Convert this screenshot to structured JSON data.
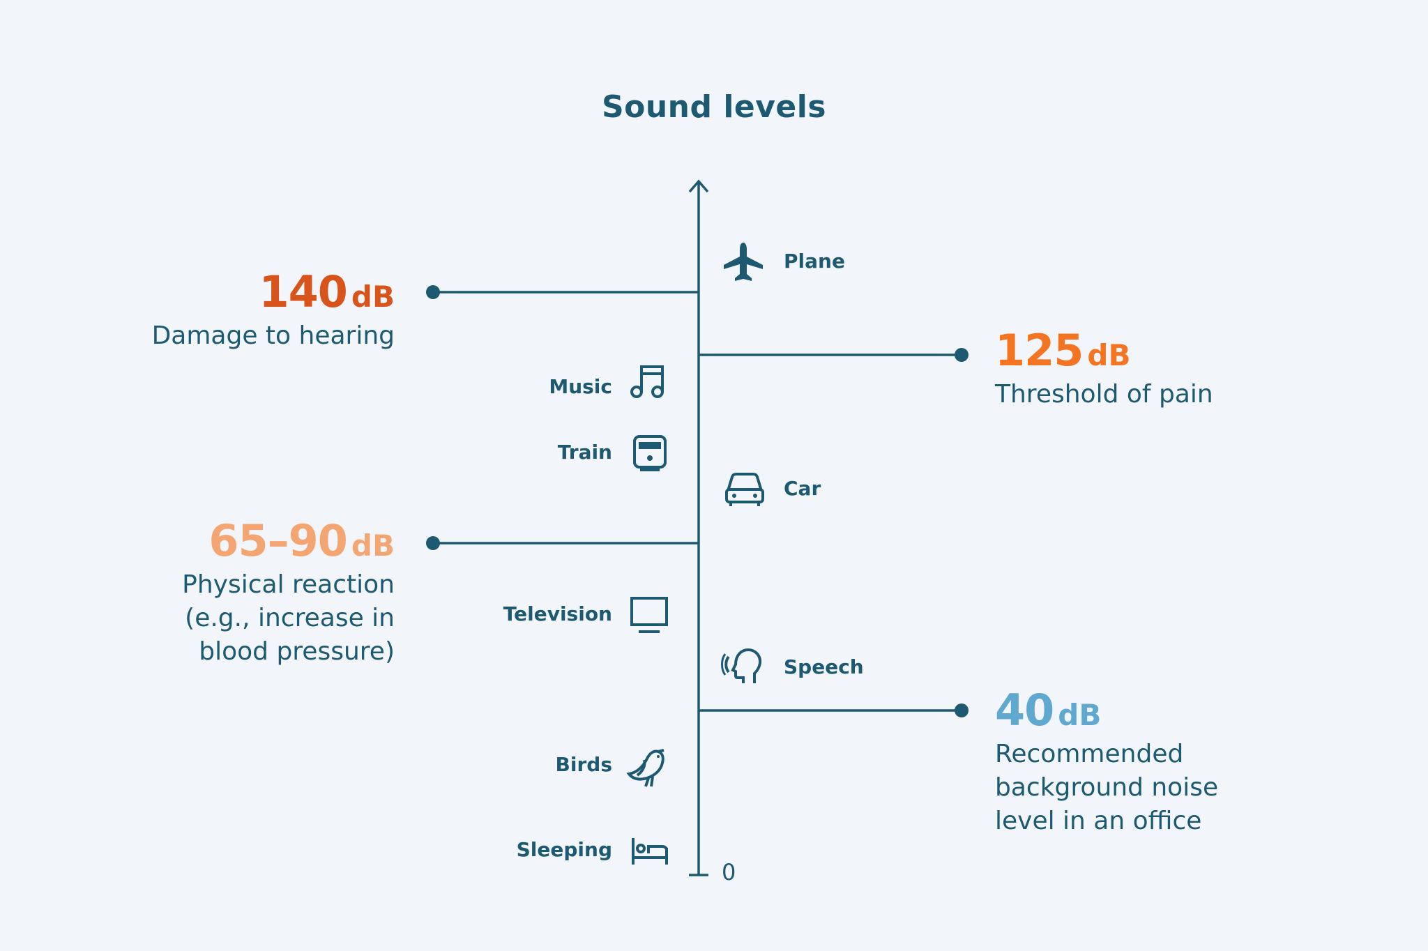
{
  "title": "Sound levels",
  "axis": {
    "zero_label": "0"
  },
  "colors": {
    "axis": "#1d5a72",
    "level_140": "#d9541a",
    "level_125": "#f47521",
    "level_65_90": "#f4a672",
    "level_40": "#5fa8cf"
  },
  "levels": [
    {
      "value": "140",
      "unit": "dB",
      "description": "Damage to hearing"
    },
    {
      "value": "125",
      "unit": "dB",
      "description": "Threshold of pain"
    },
    {
      "value": "65–90",
      "unit": "dB",
      "description": "Physical reaction\n(e.g., increase in\nblood pressure)"
    },
    {
      "value": "40",
      "unit": "dB",
      "description": "Recommended\nbackground noise\nlevel in an office"
    }
  ],
  "sources": [
    {
      "label": "Plane",
      "icon": "plane-icon"
    },
    {
      "label": "Music",
      "icon": "music-note-icon"
    },
    {
      "label": "Train",
      "icon": "train-icon"
    },
    {
      "label": "Car",
      "icon": "car-icon"
    },
    {
      "label": "Television",
      "icon": "television-icon"
    },
    {
      "label": "Speech",
      "icon": "speaking-head-icon"
    },
    {
      "label": "Birds",
      "icon": "bird-icon"
    },
    {
      "label": "Sleeping",
      "icon": "bed-icon"
    }
  ]
}
